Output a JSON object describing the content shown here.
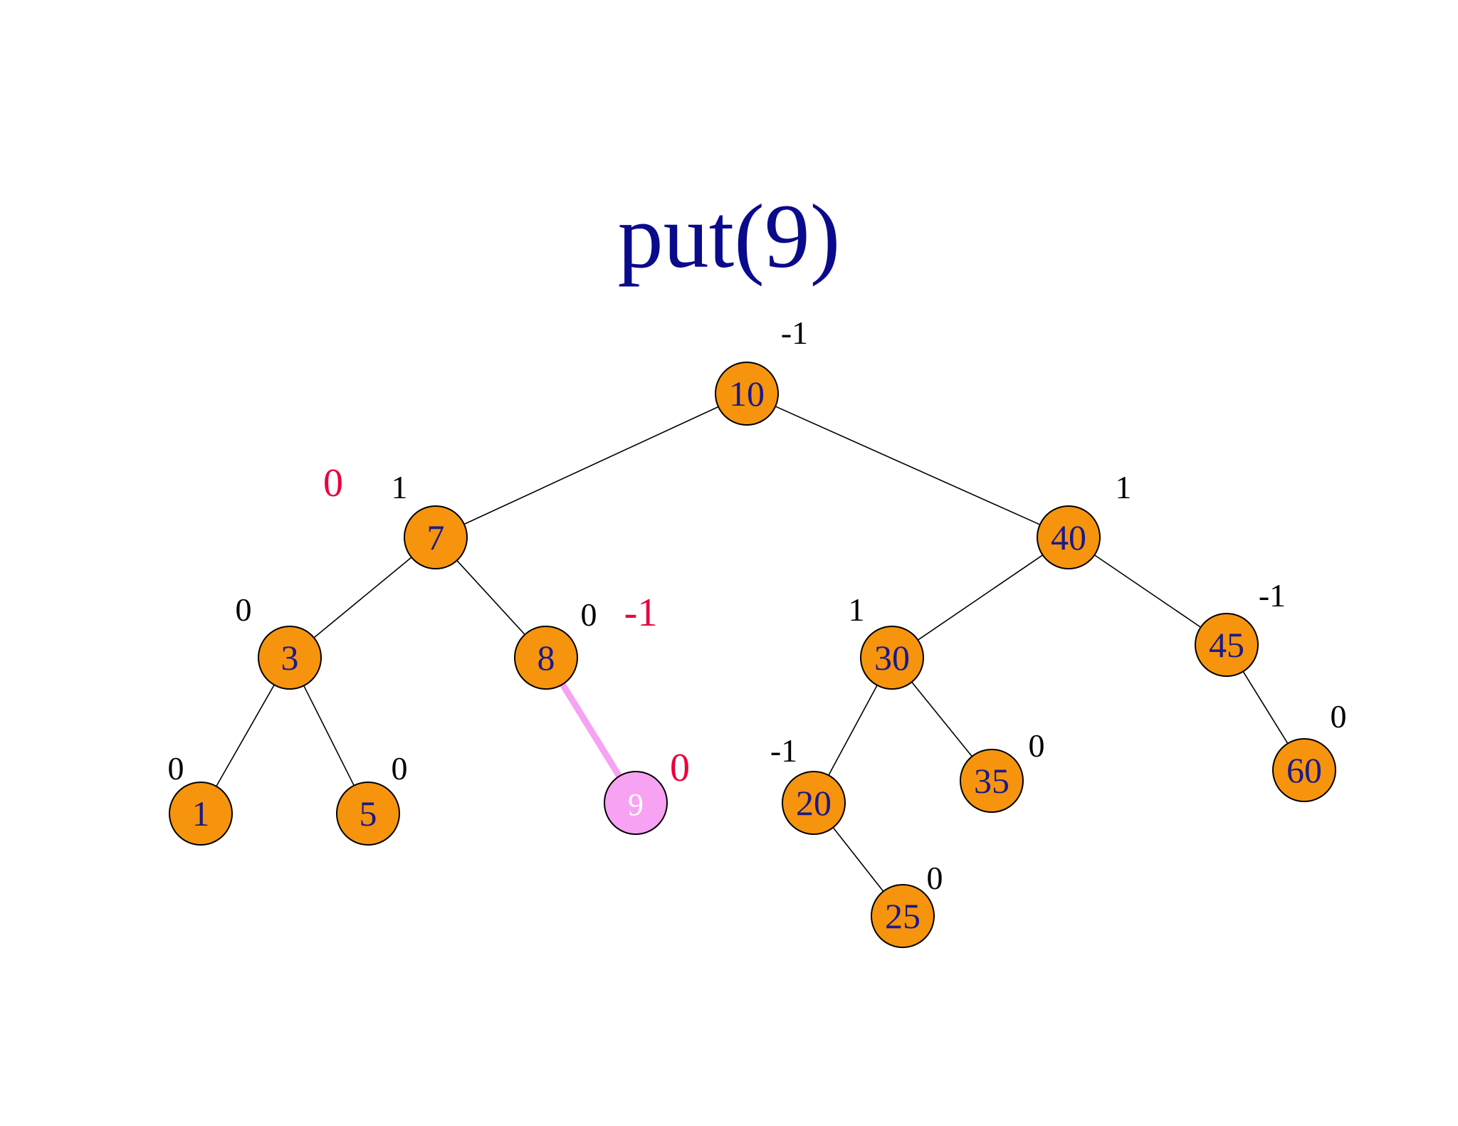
{
  "title": "put(9)",
  "colors": {
    "title": "#0a0a8c",
    "node_fill": "#f7940d",
    "new_node_fill": "#f7a2f3",
    "new_edge": "#f7a2f3",
    "label": "#1a1a8c",
    "updated_balance": "#e8003c"
  },
  "nodes": [
    {
      "id": "n10",
      "label": "10",
      "balance": "-1"
    },
    {
      "id": "n7",
      "label": "7",
      "balance": "1",
      "new_balance": "0"
    },
    {
      "id": "n40",
      "label": "40",
      "balance": "1"
    },
    {
      "id": "n3",
      "label": "3",
      "balance": "0"
    },
    {
      "id": "n8",
      "label": "8",
      "balance": "0",
      "new_balance": "-1"
    },
    {
      "id": "n30",
      "label": "30",
      "balance": "1"
    },
    {
      "id": "n45",
      "label": "45",
      "balance": "-1"
    },
    {
      "id": "n1",
      "label": "1",
      "balance": "0"
    },
    {
      "id": "n5",
      "label": "5",
      "balance": "0"
    },
    {
      "id": "n9",
      "label": "9",
      "new_balance": "0",
      "inserted": true
    },
    {
      "id": "n20",
      "label": "20",
      "balance": "-1"
    },
    {
      "id": "n35",
      "label": "35",
      "balance": "0"
    },
    {
      "id": "n60",
      "label": "60",
      "balance": "0"
    },
    {
      "id": "n25",
      "label": "25",
      "balance": "0"
    }
  ],
  "edges": [
    {
      "from": "n10",
      "to": "n7"
    },
    {
      "from": "n10",
      "to": "n40"
    },
    {
      "from": "n7",
      "to": "n3"
    },
    {
      "from": "n7",
      "to": "n8"
    },
    {
      "from": "n3",
      "to": "n1"
    },
    {
      "from": "n3",
      "to": "n5"
    },
    {
      "from": "n8",
      "to": "n9",
      "highlight": true
    },
    {
      "from": "n40",
      "to": "n30"
    },
    {
      "from": "n40",
      "to": "n45"
    },
    {
      "from": "n30",
      "to": "n20"
    },
    {
      "from": "n30",
      "to": "n35"
    },
    {
      "from": "n45",
      "to": "n60"
    },
    {
      "from": "n20",
      "to": "n25"
    }
  ]
}
